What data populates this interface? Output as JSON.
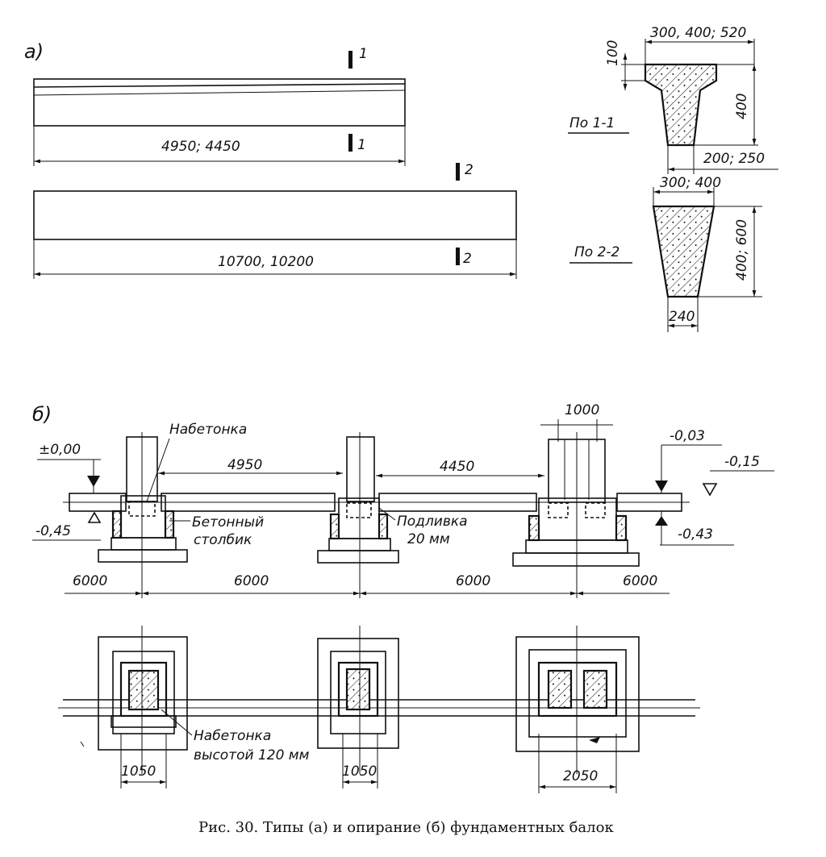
{
  "part_a": {
    "marker": "а)",
    "beam1_length": "4950; 4450",
    "beam2_length": "10700, 10200",
    "section1_num": "1",
    "section2_num": "2",
    "section1_label": "По 1-1",
    "section2_label": "По 2-2",
    "s1_top_width": "300, 400; 520",
    "s1_flange": "100",
    "s1_height": "400",
    "s1_bottom": "200; 250",
    "s2_top_width": "300; 400",
    "s2_height": "400; 600",
    "s2_bottom": "240"
  },
  "part_b": {
    "marker": "б)",
    "nabetonka": "Набетонка",
    "span1": "4950",
    "span2": "4450",
    "width_1000": "1000",
    "level_zero": "±0,00",
    "level_m045": "-0,45",
    "level_m003": "-0,03",
    "level_m015": "-0,15",
    "level_m043": "-0,43",
    "betonny_line1": "Бетонный",
    "betonny_line2": "столбик",
    "podlivka_line1": "Подливка",
    "podlivka_line2": "20 мм",
    "axis_spacing": [
      "6000",
      "6000",
      "6000",
      "6000"
    ],
    "nabetonka2_line1": "Набетонка",
    "nabetonka2_line2": "высотой 120 мм",
    "plan_w1": "1050",
    "plan_w2": "1050",
    "plan_w3": "2050"
  },
  "caption": "Рис. 30. Типы (а) и опирание (б) фундаментных балок"
}
